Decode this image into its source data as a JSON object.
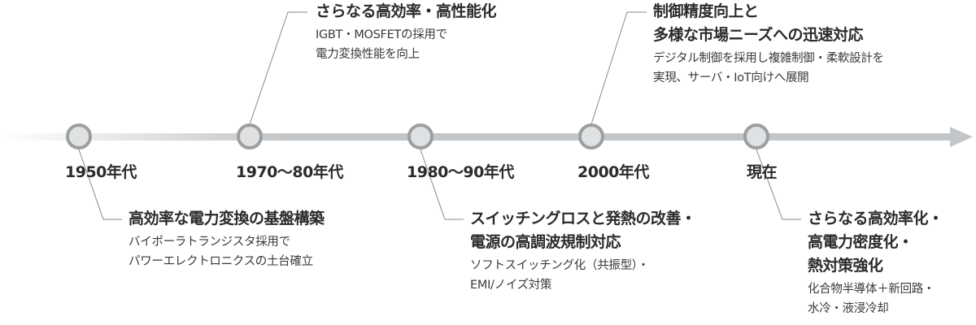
{
  "colors": {
    "line_end": "#c3c6c8",
    "node_fill": "#e0e1e2",
    "node_stroke": "#9c9fa1",
    "connector": "#8a8a8a",
    "text": "#2b2b2b"
  },
  "eras": [
    {
      "label": "1950年代",
      "title": [
        "高効率な電力変換の基盤構築"
      ],
      "desc": [
        "バイポーラトランジスタ採用で",
        "パワーエレクトロニクスの土台確立"
      ]
    },
    {
      "label": "1970〜80年代",
      "title": [
        "さらなる高効率・高性能化"
      ],
      "desc": [
        "IGBT・MOSFETの採用で",
        "電力変換性能を向上"
      ]
    },
    {
      "label": "1980〜90年代",
      "title": [
        "スイッチングロスと発熱の改善・",
        "電源の高調波規制対応"
      ],
      "desc": [
        "ソフトスイッチング化（共振型）・",
        "EMI/ノイズ対策"
      ]
    },
    {
      "label": "2000年代",
      "title": [
        "制御精度向上と",
        "多様な市場ニーズへの迅速対応"
      ],
      "desc": [
        "デジタル制御を採用し複雑制御・柔軟設計を",
        "実現、サーバ・IoT向けへ展開"
      ]
    },
    {
      "label": "現在",
      "title": [
        "さらなる高効率化・",
        "高電力密度化・",
        "熱対策強化"
      ],
      "desc": [
        "化合物半導体＋新回路・",
        "水冷・液浸冷却"
      ]
    }
  ]
}
